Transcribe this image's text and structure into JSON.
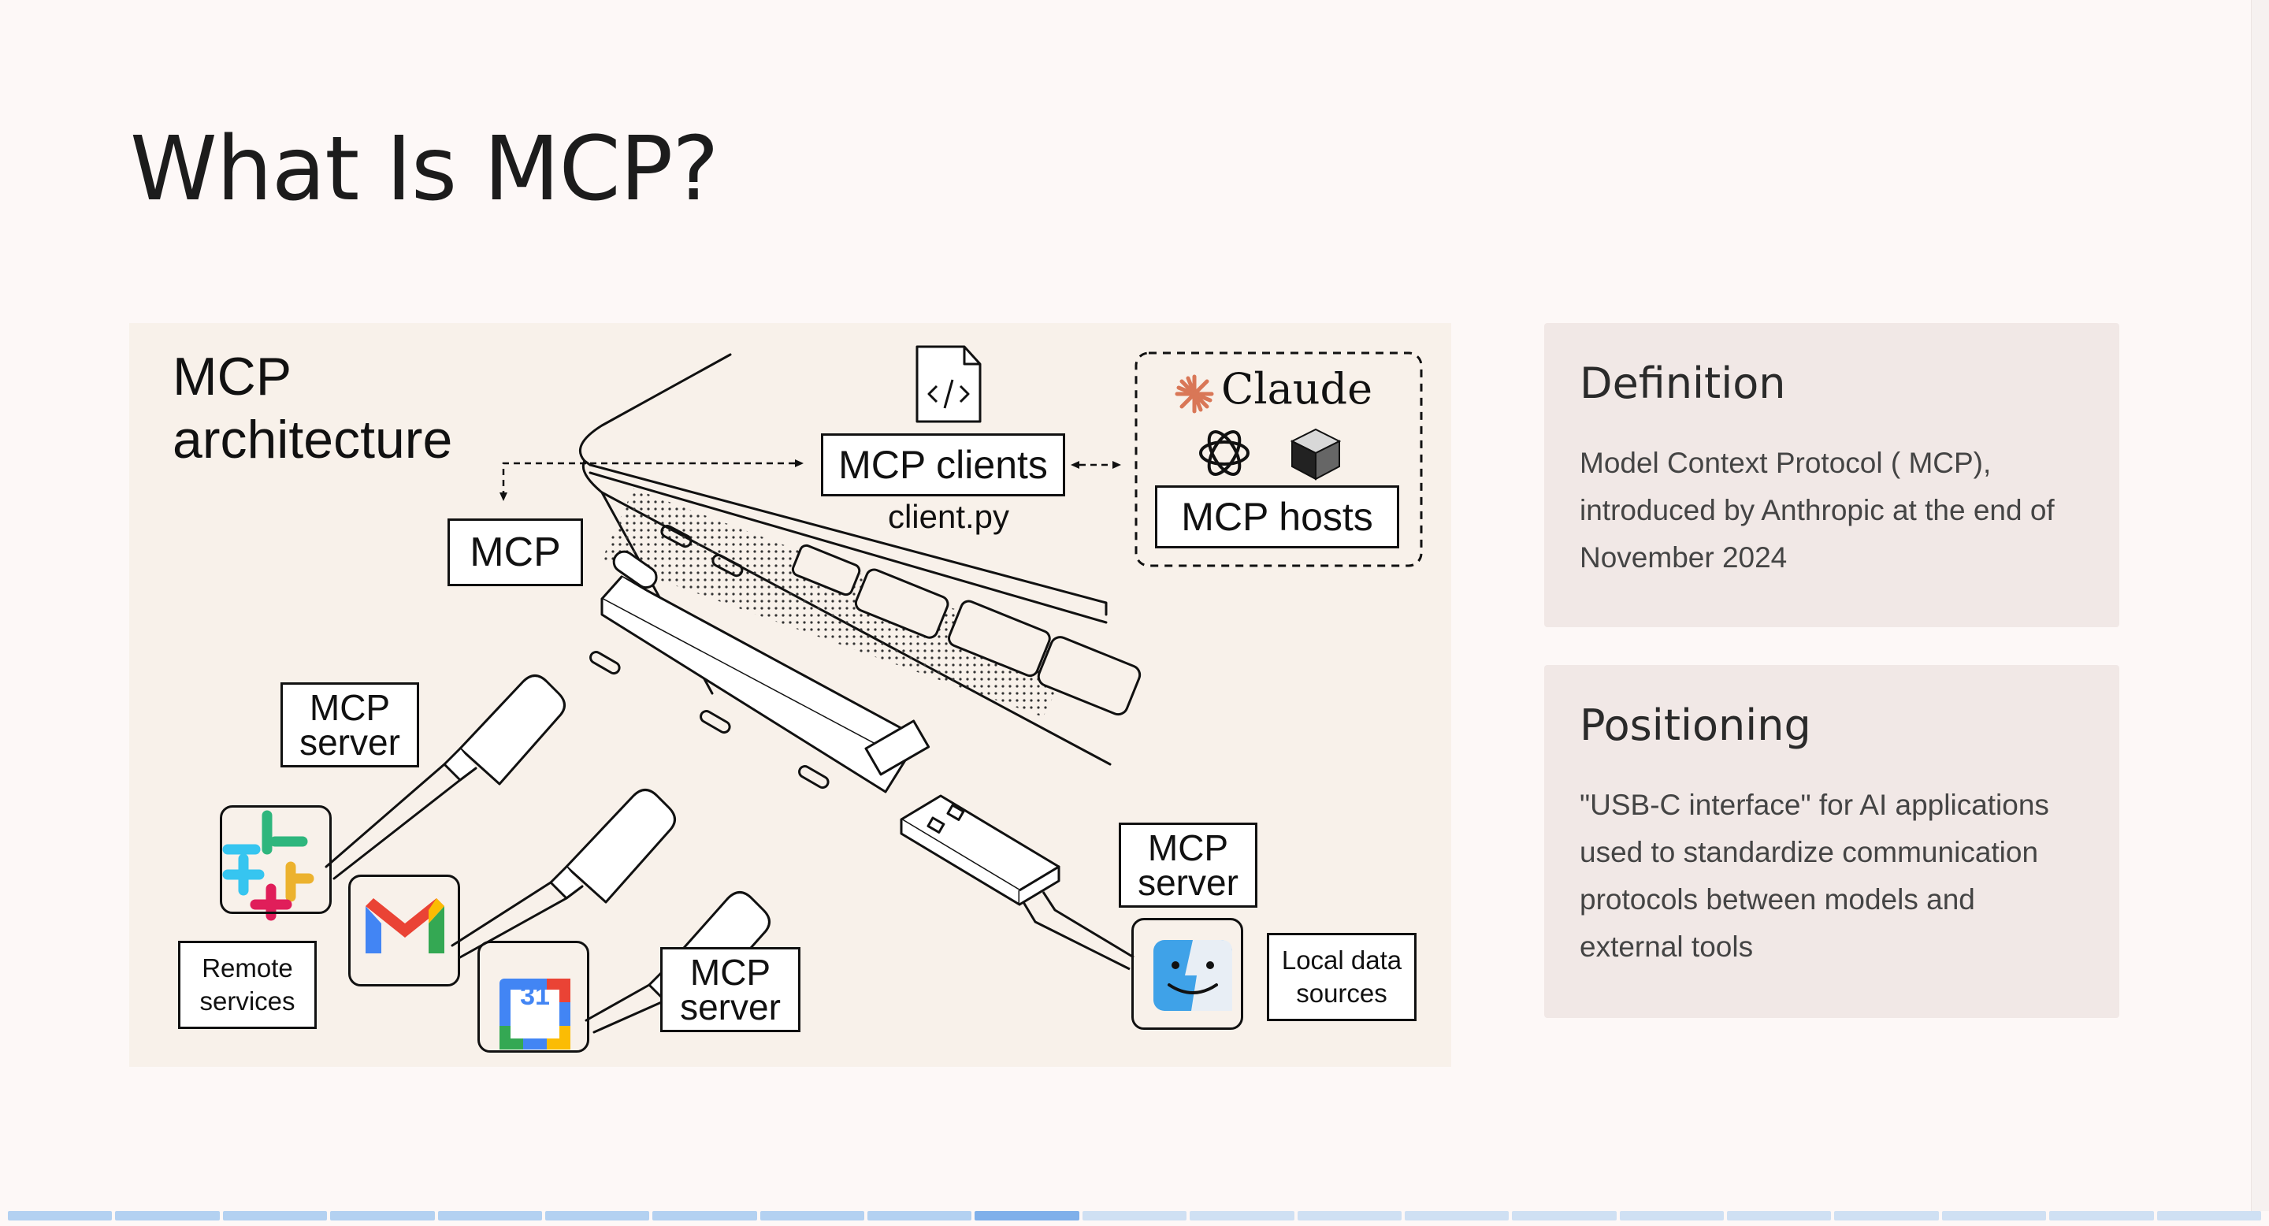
{
  "slide": {
    "title": "What Is MCP?"
  },
  "diagram": {
    "title_line1": "MCP",
    "title_line2": "architecture",
    "mcp_label": "MCP",
    "mcp_clients_label": "MCP clients",
    "client_file": "client.py",
    "claude_word": "Claude",
    "mcp_hosts_label": "MCP hosts",
    "mcp_server_left_line1": "MCP",
    "mcp_server_left_line2": "server",
    "mcp_server_bottom_line1": "MCP",
    "mcp_server_bottom_line2": "server",
    "mcp_server_right_line1": "MCP",
    "mcp_server_right_line2": "server",
    "remote_services_line1": "Remote",
    "remote_services_line2": "services",
    "local_data_line1": "Local data",
    "local_data_line2": "sources",
    "calendar_day": "31",
    "icons": [
      "code-file-icon",
      "claude-spark-icon",
      "openai-icon",
      "cube-icon",
      "slack-icon",
      "gmail-icon",
      "calendar-icon",
      "finder-icon"
    ],
    "colors": {
      "panel": "#f8f1ea",
      "claude_accent": "#d97757",
      "slack": [
        "#36c5f0",
        "#2eb67d",
        "#ecb22e",
        "#e01e5a"
      ],
      "gmail": [
        "#4285f4",
        "#34a853",
        "#fbbc04",
        "#ea4335"
      ],
      "finder": "#3fa2e8"
    }
  },
  "cards": [
    {
      "title": "Definition",
      "lines": [
        "Model Context Protocol ( MCP),",
        "introduced by Anthropic at the end of",
        "November 2024"
      ]
    },
    {
      "title": "Positioning",
      "lines": [
        "\"USB-C interface\" for AI applications",
        "used to standardize communication",
        "protocols between models and",
        "external tools"
      ]
    }
  ],
  "progress": {
    "total_slides": 21,
    "current_slide": 10
  }
}
